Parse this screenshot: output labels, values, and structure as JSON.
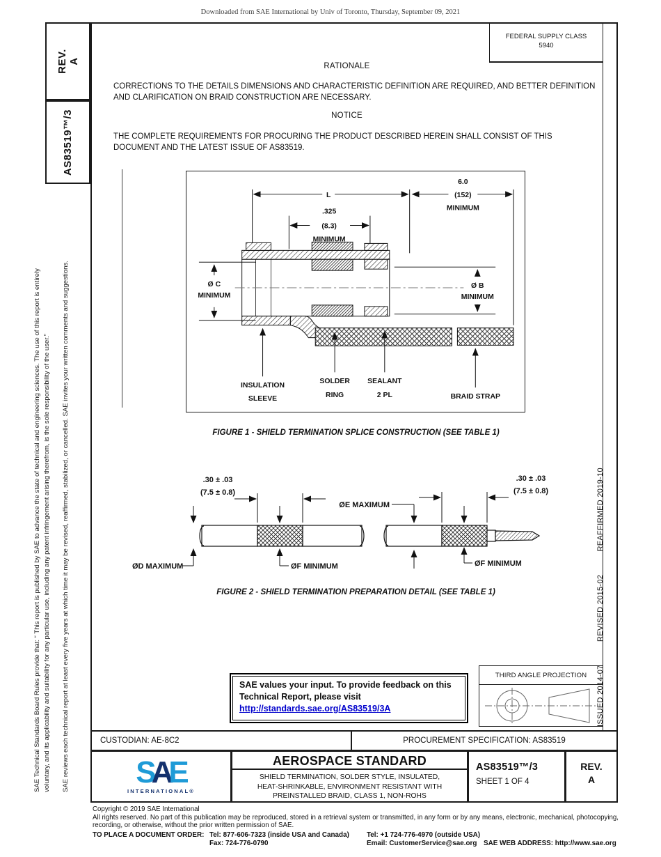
{
  "banner": {
    "text": "Downloaded from SAE International by Univ of Toronto, Thursday, September 09, 2021"
  },
  "sidebar": {
    "rev_label": "REV.",
    "rev_value": "A",
    "doc_number": "AS83519™/3",
    "rules_line1": "SAE Technical Standards Board Rules provide that: “ This report is published by SAE to advance the state of technical and engineering sciences. The use of this report is entirely",
    "rules_line2": "voluntary, and its applicability and suitability for any particular use, including any patent infringement arising therefrom, is the sole responsibility of the user.”",
    "review_note": "SAE reviews each technical report at least every five years at which time it may be revised, reaffirmed, stabilized, or cancelled. SAE invites your written comments and suggestions."
  },
  "fsc": {
    "label": "FEDERAL SUPPLY CLASS",
    "value": "5940"
  },
  "sections": {
    "rationale_heading": "RATIONALE",
    "rationale_body": "CORRECTIONS TO THE DETAILS DIMENSIONS AND CHARACTERISTIC DEFINITION ARE REQUIRED, AND BETTER DEFINITION AND CLARIFICATION ON BRAID CONSTRUCTION ARE NECESSARY.",
    "notice_heading": "NOTICE",
    "notice_body": "THE COMPLETE REQUIREMENTS FOR PROCURING THE PRODUCT DESCRIBED HEREIN SHALL CONSIST OF THIS DOCUMENT AND THE LATEST ISSUE OF AS83519."
  },
  "figure1": {
    "caption": "FIGURE 1 - SHIELD TERMINATION SPLICE CONSTRUCTION (SEE TABLE 1)",
    "dim_l": "L",
    "dim_six": "6.0",
    "dim_152": "(152)",
    "minimum": "MINIMUM",
    "dim_325": ".325",
    "dim_83": "(8.3)",
    "dia_c": "Ø C",
    "dia_b": "Ø B",
    "insulation1": "INSULATION",
    "insulation2": "SLEEVE",
    "solder1": "SOLDER",
    "solder2": "RING",
    "sealant1": "SEALANT",
    "sealant2": "2 PL",
    "braid_strap": "BRAID STRAP"
  },
  "figure2": {
    "caption": "FIGURE 2 - SHIELD TERMINATION PREPARATION DETAIL (SEE TABLE 1)",
    "tol_in": ".30 ±  .03",
    "tol_mm": "(7.5 ± 0.8)",
    "d_max": "ØD MAXIMUM",
    "e_max": "ØE MAXIMUM",
    "f_min": "ØF MINIMUM"
  },
  "feedback": {
    "line1": "SAE values your input. To provide feedback on this",
    "line2": "Technical Report, please visit",
    "link": "http://standards.sae.org/AS83519/3A"
  },
  "projection": {
    "label": "THIRD ANGLE PROJECTION"
  },
  "dates": {
    "issued": "ISSUED 2014-07",
    "revised": "REVISED 2015-02",
    "reaffirmed": "REAFFIRMED 2019-10"
  },
  "info_row": {
    "custodian": "CUSTODIAN: AE-8C2",
    "procurement": "PROCUREMENT SPECIFICATION: AS83519"
  },
  "title_block": {
    "logo_s": "S",
    "logo_a": "A",
    "logo_e": "E",
    "logo_sub": "INTERNATIONAL®",
    "title": "AEROSPACE STANDARD",
    "subtitle_line1": "SHIELD TERMINATION, SOLDER STYLE, INSULATED,",
    "subtitle_line2": "HEAT-SHRINKABLE, ENVIRONMENT RESISTANT WITH",
    "subtitle_line3": "PREINSTALLED BRAID, CLASS 1, NON-ROHS",
    "doc_number": "AS83519™/3",
    "sheet": "SHEET 1 OF 4",
    "rev_label": "REV.",
    "rev_value": "A"
  },
  "footer": {
    "copyright": "Copyright © 2019 SAE International",
    "rights": "All rights reserved. No part of this publication may be reproduced, stored in a retrieval system or transmitted, in any form or by any means, electronic, mechanical, photocopying, recording, or otherwise, without the prior written permission of SAE.",
    "order_label": "TO PLACE A DOCUMENT ORDER:",
    "tel_inside": "Tel: 877-606-7323 (inside USA and Canada)",
    "fax": "Fax: 724-776-0790",
    "tel_outside": "Tel: +1 724-776-4970 (outside USA)",
    "email": "Email: CustomerService@sae.org",
    "web": "SAE WEB ADDRESS: http://www.sae.org"
  },
  "colors": {
    "link_blue": "#0000cc",
    "sae_light_blue": "#1f9bd7",
    "sae_dark_blue": "#14316d",
    "line_black": "#1a1a1a"
  }
}
